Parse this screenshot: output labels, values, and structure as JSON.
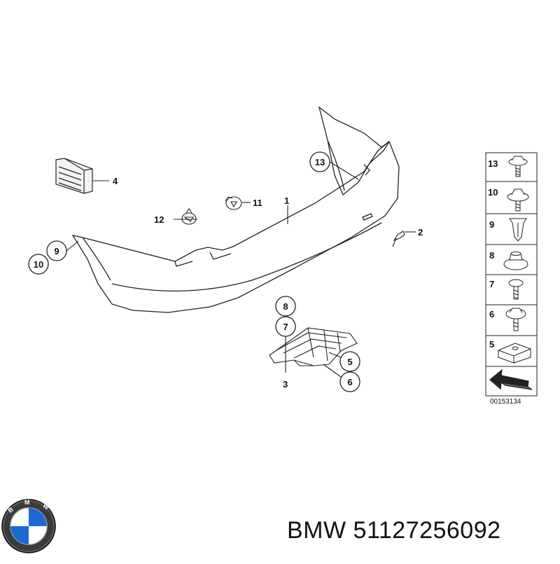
{
  "diagram": {
    "callouts": [
      "13",
      "9",
      "10",
      "8",
      "7",
      "5",
      "6"
    ],
    "labels": [
      "4",
      "12",
      "11",
      "1",
      "2",
      "3"
    ],
    "legend_numbers": [
      "13",
      "10",
      "9",
      "8",
      "7",
      "6",
      "5"
    ],
    "diagram_id": "00153134"
  },
  "logo": {
    "text": "BMW",
    "colors": {
      "blue": "#1c69d4",
      "white": "#ffffff",
      "ring": "#111111"
    }
  },
  "footer": {
    "brand": "BMW",
    "part_number": "51127256092"
  }
}
